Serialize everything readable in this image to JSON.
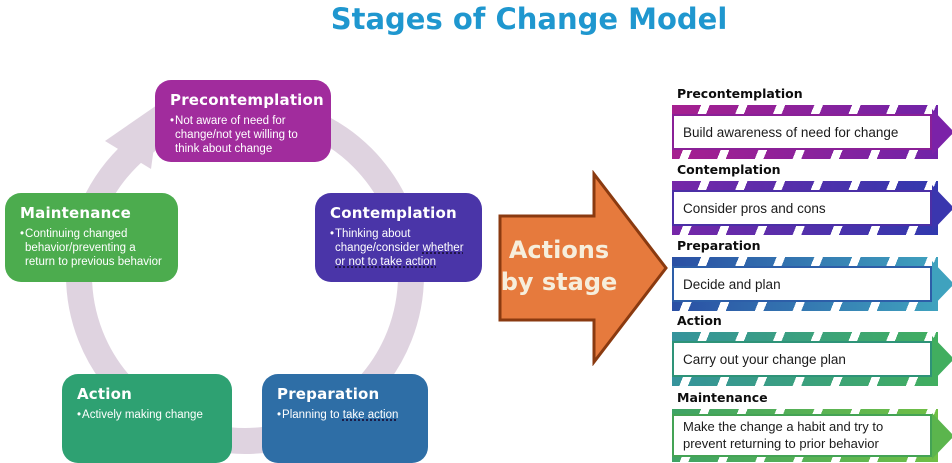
{
  "title": "Stages of Change Model",
  "palette": {
    "title_color": "#1F97CF",
    "ring_color": "#DFD3E0",
    "big_arrow_fill": "#E67A3D",
    "big_arrow_border": "#8A3A10",
    "big_arrow_text_color": "#F6EEDC"
  },
  "cycle": {
    "stages": [
      {
        "name": "Precontemplation",
        "bullet": "Not aware of need for change/not yet willing to think about change",
        "color": "#A12C9D"
      },
      {
        "name": "Contemplation",
        "bullet_plain": "Thinking about change/consider ",
        "bullet_marked": "whether or not to take action",
        "color": "#4A35A8"
      },
      {
        "name": "Preparation",
        "bullet_plain": "Planning to ",
        "bullet_marked": "take action",
        "color": "#2E6EA6"
      },
      {
        "name": "Action",
        "bullet": "Actively making change",
        "color": "#2EA172"
      },
      {
        "name": "Maintenance",
        "bullet": "Continuing changed behavior/preventing a return to previous behavior",
        "color": "#4CAC4E"
      }
    ],
    "bullet_glyph": "•"
  },
  "big_arrow": {
    "line1": "Actions",
    "line2": "by stage"
  },
  "actions_panel": {
    "items": [
      {
        "stage": "Precontemplation",
        "action": "Build awareness of need for change",
        "color_start": "#A6208F",
        "color_end": "#7023A8",
        "border_color": "#8A2097",
        "arrow_color": "#7B22A8"
      },
      {
        "stage": "Contemplation",
        "action": "Consider pros and cons",
        "color_start": "#7626A8",
        "color_end": "#3039AE",
        "border_color": "#4B2FA6",
        "arrow_color": "#3A36AE"
      },
      {
        "stage": "Preparation",
        "action": "Decide and plan",
        "color_start": "#2A4FA4",
        "color_end": "#3FA2BE",
        "border_color": "#2D5EA8",
        "arrow_color": "#3FA2BE"
      },
      {
        "stage": "Action",
        "action": "Carry out your change plan",
        "color_start": "#35939C",
        "color_end": "#41AE5F",
        "border_color": "#2E9378",
        "arrow_color": "#41AE5F"
      },
      {
        "stage": "Maintenance",
        "action": "Make the change a habit and try to prevent returning to prior behavior",
        "color_start": "#3EA365",
        "color_end": "#70BF45",
        "border_color": "#44A355",
        "arrow_color": "#5BB54D"
      }
    ]
  }
}
